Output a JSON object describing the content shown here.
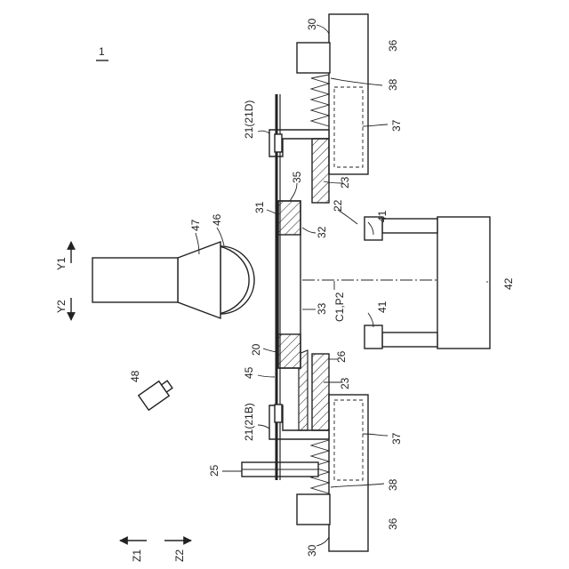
{
  "figure_number": "1",
  "labels": {
    "l20": "20",
    "l21b": "21(21B)",
    "l21d": "21(21D)",
    "l22": "22",
    "l23_top": "23",
    "l23_bot": "23",
    "l25": "25",
    "l26": "26",
    "l30_top": "30",
    "l30_bot": "30",
    "l31": "31",
    "l32": "32",
    "l33": "33",
    "l35": "35",
    "l36_top": "36",
    "l36_bot": "36",
    "l37_top": "37",
    "l37_bot": "37",
    "l38_top": "38",
    "l38_bot": "38",
    "l41_top": "41",
    "l41_bot": "41",
    "l42": "42",
    "l45": "45",
    "l46": "46",
    "l47": "47",
    "l48": "48",
    "center": "C1,P2"
  },
  "axes": {
    "y1": "Y1",
    "y2": "Y2",
    "z1": "Z1",
    "z2": "Z2"
  }
}
